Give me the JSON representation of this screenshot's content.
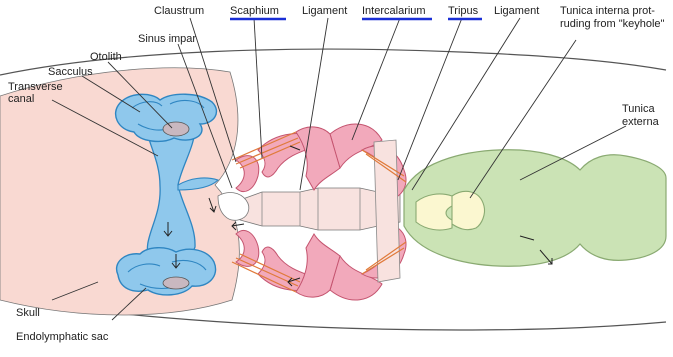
{
  "labels": {
    "claustrum": "Claustrum",
    "scaphium": "Scaphium",
    "ligament_top": "Ligament",
    "intercalarium": "Intercalarium",
    "tripus": "Tripus",
    "ligament_right": "Ligament",
    "tunica_interna_line1": "Tunica interna prot-",
    "tunica_interna_line2": "ruding from \"keyhole\"",
    "sinus_impar": "Sinus impar",
    "otolith": "Otolith",
    "sacculus": "Sacculus",
    "transverse_canal_line1": "Transverse",
    "transverse_canal_line2": "canal",
    "tunica_externa_line1": "Tunica",
    "tunica_externa_line2": "externa",
    "skull": "Skull",
    "endolymphatic_sac": "Endolymphatic sac"
  },
  "colors": {
    "skull_fill": "#f9d9d2",
    "canal_fill": "#8fc8ec",
    "canal_stroke": "#2f86c2",
    "otolith_fill": "#c9b8c0",
    "ossicle_fill": "#f2a9bb",
    "ossicle_stroke": "#c4546f",
    "bone_fill": "#f8e2df",
    "bladder_fill": "#cbe3b5",
    "bladder_stroke": "#8aaa72",
    "interna_fill": "#fbf7d0",
    "underline": "#1a2fd6"
  }
}
